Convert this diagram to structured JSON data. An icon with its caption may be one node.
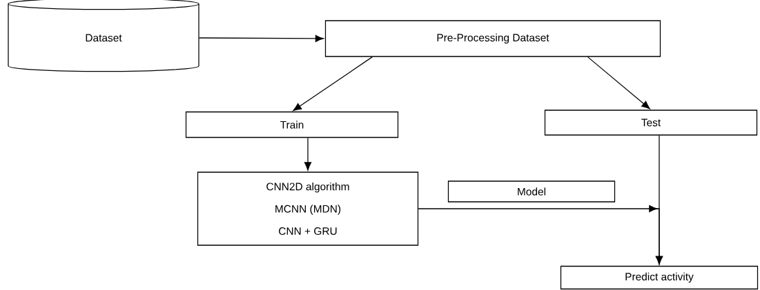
{
  "diagram": {
    "nodes": [
      {
        "text": [
          "Dataset"
        ]
      },
      {
        "text": [
          "Pre-Processing Dataset"
        ]
      },
      {
        "text": [
          "Train"
        ]
      },
      {
        "text": [
          "Test"
        ]
      },
      {
        "text": [
          "CNN2D algorithm",
          "MCNN (MDN)",
          "CNN + GRU"
        ]
      },
      {
        "text": [
          "Model"
        ]
      },
      {
        "text": [
          "Predict activity"
        ]
      }
    ],
    "edges": [
      {
        "from": 0,
        "to": 1,
        "arrow": "to"
      },
      {
        "from": 1,
        "to": 2,
        "arrow": "to"
      },
      {
        "from": 1,
        "to": 3,
        "arrow": "to"
      },
      {
        "from": 2,
        "to": 4,
        "arrow": "to"
      },
      {
        "from": 3,
        "to": 6,
        "arrow": "to"
      },
      {
        "from": 4,
        "to": 6,
        "arrow": "to"
      }
    ]
  }
}
